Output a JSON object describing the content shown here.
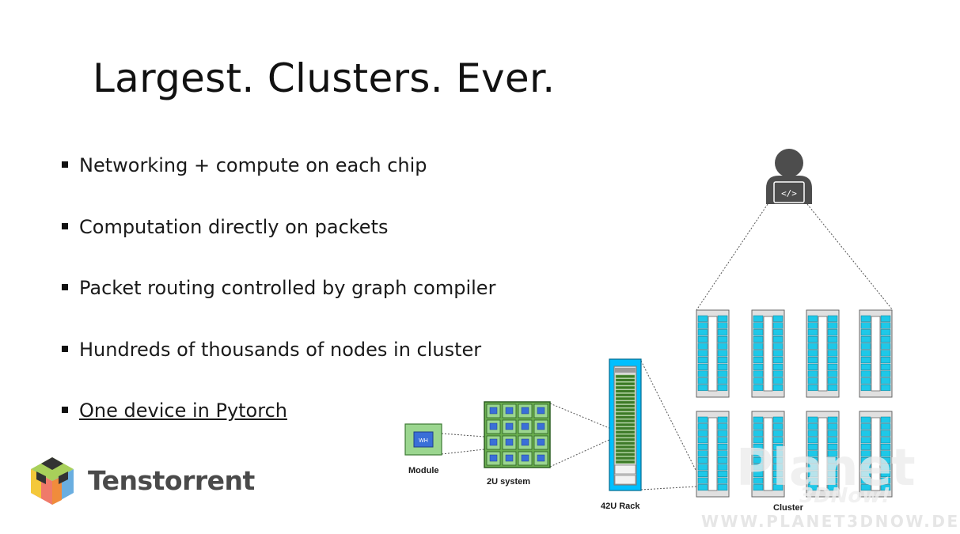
{
  "slide": {
    "title": "Largest. Clusters. Ever.",
    "bullets": [
      "Networking + compute on each chip",
      "Computation directly on packets",
      "Packet routing controlled by graph compiler",
      "Hundreds of thousands of nodes in cluster",
      "One device in Pytorch"
    ]
  },
  "logo": {
    "text": "Tenstorrent"
  },
  "diagram": {
    "module_label": "Module",
    "system_label": "2U system",
    "rack_label": "42U Rack",
    "cluster_label": "Cluster",
    "chip_text": "WH",
    "code_icon_text": "</>",
    "colors": {
      "chip": "#3a6fd8",
      "board": "#8fd18a",
      "rack": "#00bfff",
      "rack_slots": "#3d7a28",
      "server": "#1ec8e8"
    }
  },
  "watermark": {
    "brand": "Planet",
    "sub": "3DNow!",
    "url": "WWW.PLANET3DNOW.DE"
  }
}
